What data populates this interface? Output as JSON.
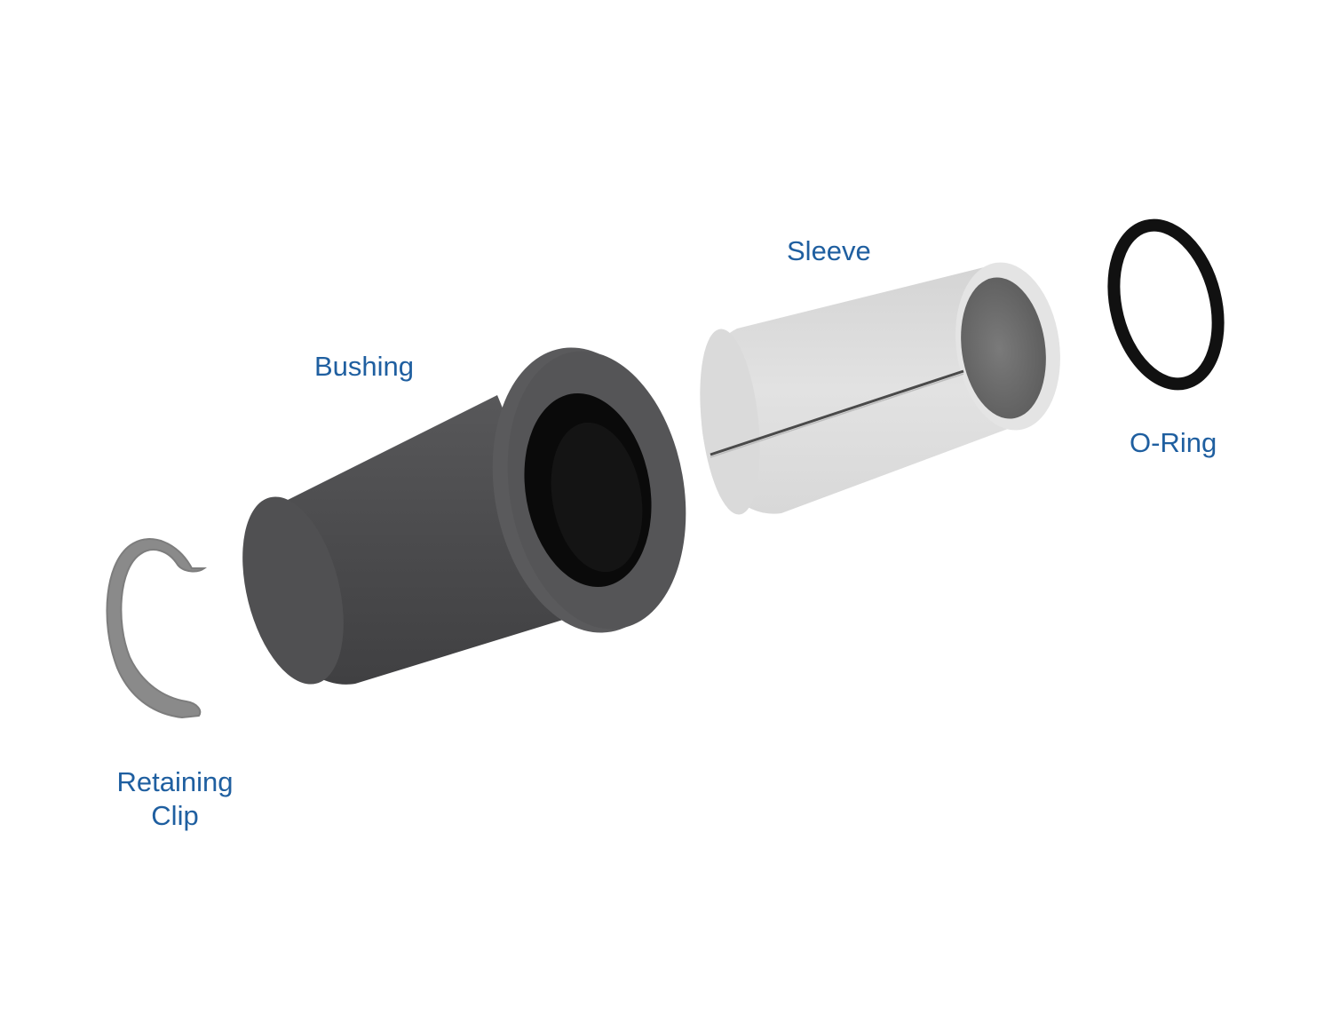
{
  "diagram": {
    "type": "exploded-parts-view",
    "label_color": "#1f5fa0",
    "parts": [
      {
        "id": "retaining-clip",
        "label_line1": "Retaining",
        "label_line2": "Clip",
        "color": "#8a8a8a"
      },
      {
        "id": "bushing",
        "label": "Bushing",
        "color": "#4a4a4c"
      },
      {
        "id": "sleeve",
        "label": "Sleeve",
        "color": "#dcdcdc"
      },
      {
        "id": "o-ring",
        "label": "O-Ring",
        "color": "#111111"
      }
    ]
  }
}
